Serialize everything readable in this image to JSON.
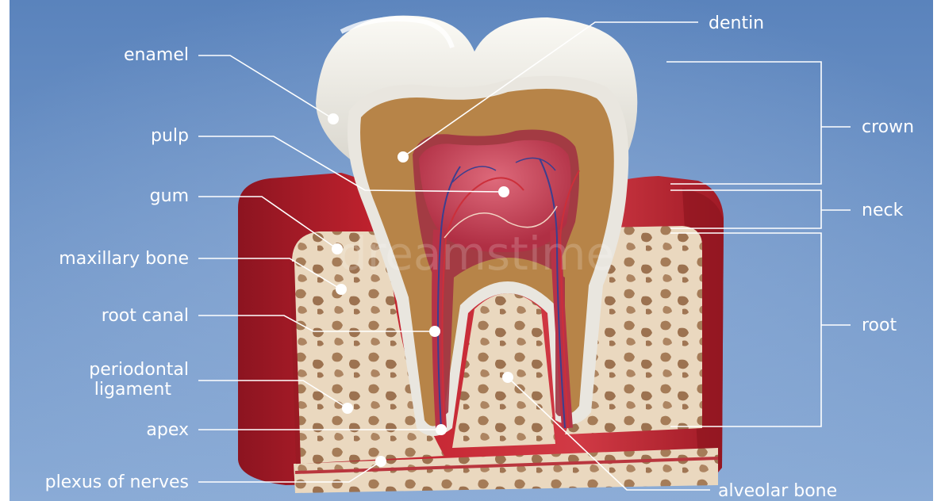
{
  "labels": {
    "dentin": "dentin",
    "enamel": "enamel",
    "pulp": "pulp",
    "gum": "gum",
    "maxillary_bone": "maxillary bone",
    "root_canal": "root canal",
    "periodontal_line1": "periodontal",
    "periodontal_line2": "ligament",
    "apex": "apex",
    "plexus_of_nerves": "plexus of nerves",
    "alveolar_bone": "alveolar bone",
    "crown": "crown",
    "neck": "neck",
    "root": "root"
  },
  "colors": {
    "background_top": "#5b84bd",
    "background_bottom": "#86a7d4",
    "gum": "#c0202c",
    "gum_dark": "#8e1520",
    "bone": "#e8d6bd",
    "bone_spots": "#a37b59",
    "enamel": "#f2f0ea",
    "dentin": "#b78448",
    "pulp": "#c9485a",
    "label_text": "#ffffff"
  },
  "watermark_text": "dreamstime"
}
